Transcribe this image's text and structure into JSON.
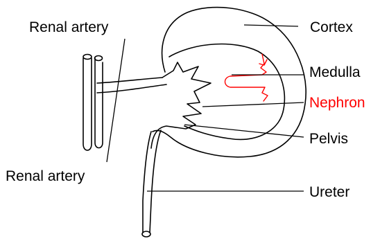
{
  "labels": {
    "renal_artery_top": "Renal artery",
    "renal_artery_bottom": "Renal artery",
    "cortex": "Cortex",
    "medulla": "Medulla",
    "nephron": "Nephron",
    "pelvis": "Pelvis",
    "ureter": "Ureter"
  },
  "colors": {
    "outline": "#000000",
    "nephron": "#ff0000",
    "label_text": "#000000",
    "background": "#ffffff"
  }
}
